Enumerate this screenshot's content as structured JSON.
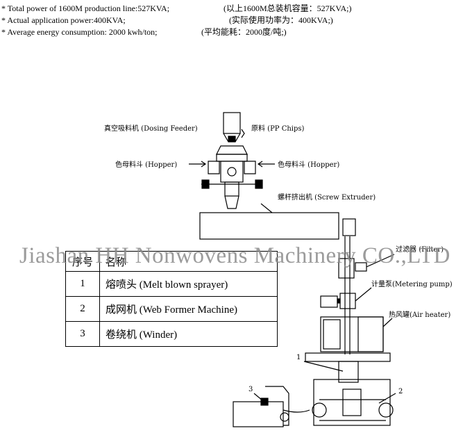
{
  "specs": [
    {
      "en": "* Total power of 1600M production line:527KVA;",
      "cn": "(以上1600M总装机容量：527KVA;)"
    },
    {
      "en": "* Actual application power:400KVA;",
      "cn": "(实际使用功率为：400KVA;)"
    },
    {
      "en": "* Average energy consumption: 2000 kwh/ton;",
      "cn": "(平均能耗：2000度/吨;)"
    }
  ],
  "labels": {
    "dosing_feeder": "真空吸料机 (Dosing Feeder)",
    "pp_chips": "原料 (PP Chips)",
    "hopper_left": "色母料斗 (Hopper)",
    "hopper_right": "色母料斗 (Hopper)",
    "screw_extruder": "螺杆挤出机 (Screw Extruder)",
    "filter": "过滤器 (Filter)",
    "metering_pump": "计量泵(Metering pump)",
    "air_heater": "热风罐(Air heater)",
    "callout_1": "1",
    "callout_2": "2",
    "callout_3": "3"
  },
  "watermark": "Jiashan HH Nonwovens Machinery CO.,LTD",
  "legend": {
    "header": {
      "num": "序号",
      "name": "名称"
    },
    "rows": [
      {
        "num": "1",
        "name": "熔喷头 (Melt blown sprayer)"
      },
      {
        "num": "2",
        "name": "成网机 (Web Former Machine)"
      },
      {
        "num": "3",
        "name": "卷绕机 (Winder)"
      }
    ]
  }
}
